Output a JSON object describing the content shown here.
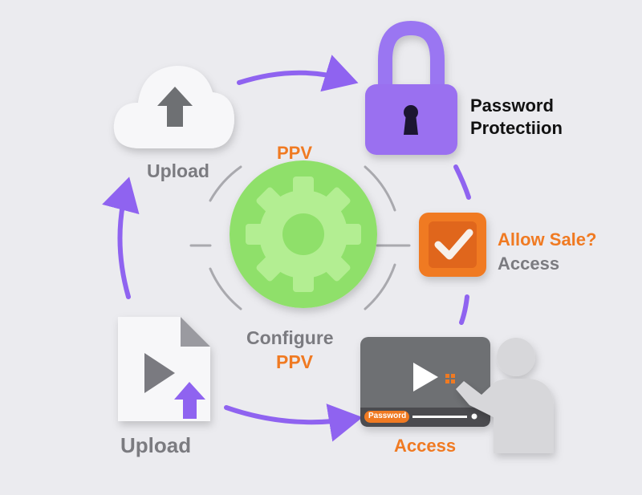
{
  "labels": {
    "upload_top": "Upload",
    "password_protection_line1": "Password",
    "password_protection_line2": "Protectiion",
    "ppv_top": "PPV",
    "configure": "Configure",
    "configure_ppv": "PPV",
    "allow_sale": "Allow Sale?",
    "allow_sale_access": "Access",
    "upload_bottom": "Upload",
    "access_bottom": "Access",
    "password_badge": "Password"
  },
  "colors": {
    "purple": "#8f63f0",
    "orange": "#f07a22",
    "green": "#8fe06a",
    "gray_text": "#7b7b80",
    "player": "#6e6f73"
  }
}
